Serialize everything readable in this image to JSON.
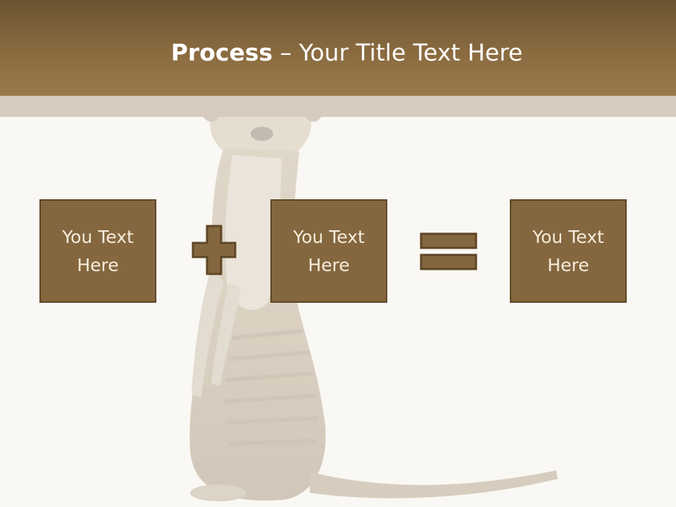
{
  "slide": {
    "title_bold": "Process",
    "title_rest": " – Your Title Text Here",
    "steps": [
      {
        "label": "You Text Here"
      },
      {
        "label": "You Text Here"
      },
      {
        "label": "You Text Here"
      }
    ],
    "operators": [
      "plus-icon",
      "equals-icon"
    ]
  },
  "colors": {
    "header": "#8a6b40",
    "header_band": "#d6cbbd",
    "box_fill": "#84673f",
    "box_border": "#5e4626",
    "background": "#faf8f4"
  }
}
